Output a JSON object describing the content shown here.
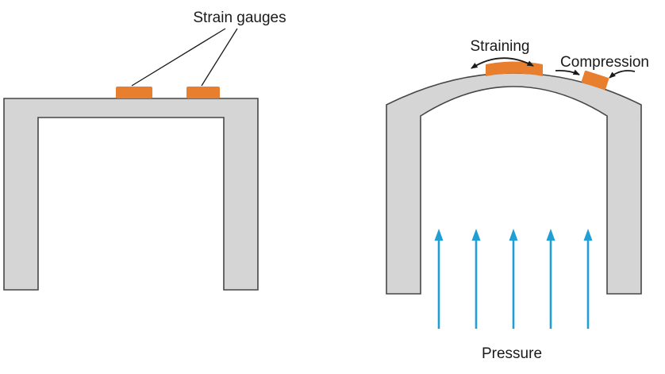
{
  "colors": {
    "structure_fill": "#d5d5d5",
    "gauge_orange": "#e87f2f",
    "pressure_blue": "#209fd6",
    "text": "#1a1a1a"
  },
  "left_diagram": {
    "label": "Strain gauges"
  },
  "right_diagram": {
    "straining_label": "Straining",
    "compression_label": "Compression",
    "pressure_label": "Pressure"
  }
}
